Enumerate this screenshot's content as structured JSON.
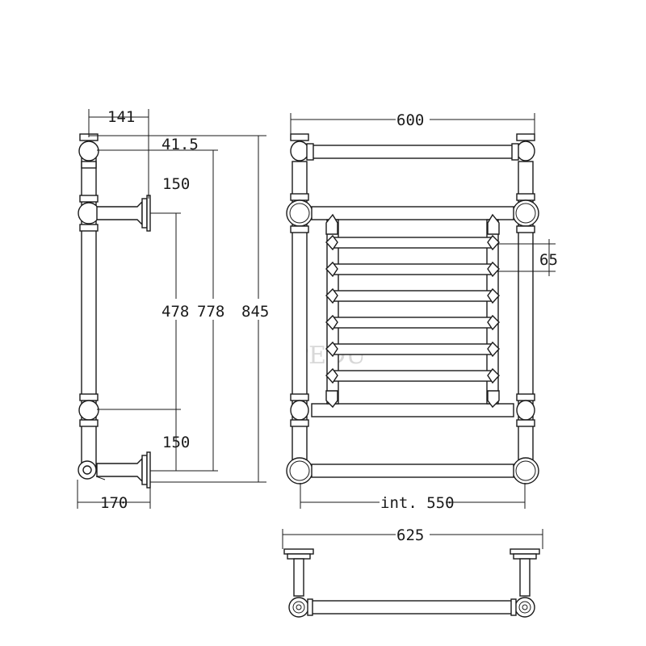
{
  "watermark": "PEDU",
  "dimensions": {
    "side_depth_top": "141",
    "side_top_offset": "41.5",
    "side_upper_bracket": "150",
    "side_bracket_spacing": "478",
    "side_inner_height": "778",
    "side_total_height": "845",
    "side_lower_bracket": "150",
    "side_base_depth": "170",
    "front_width": "600",
    "front_rail_spacing": "65",
    "front_internal_width": "int. 550",
    "plan_width": "625"
  }
}
